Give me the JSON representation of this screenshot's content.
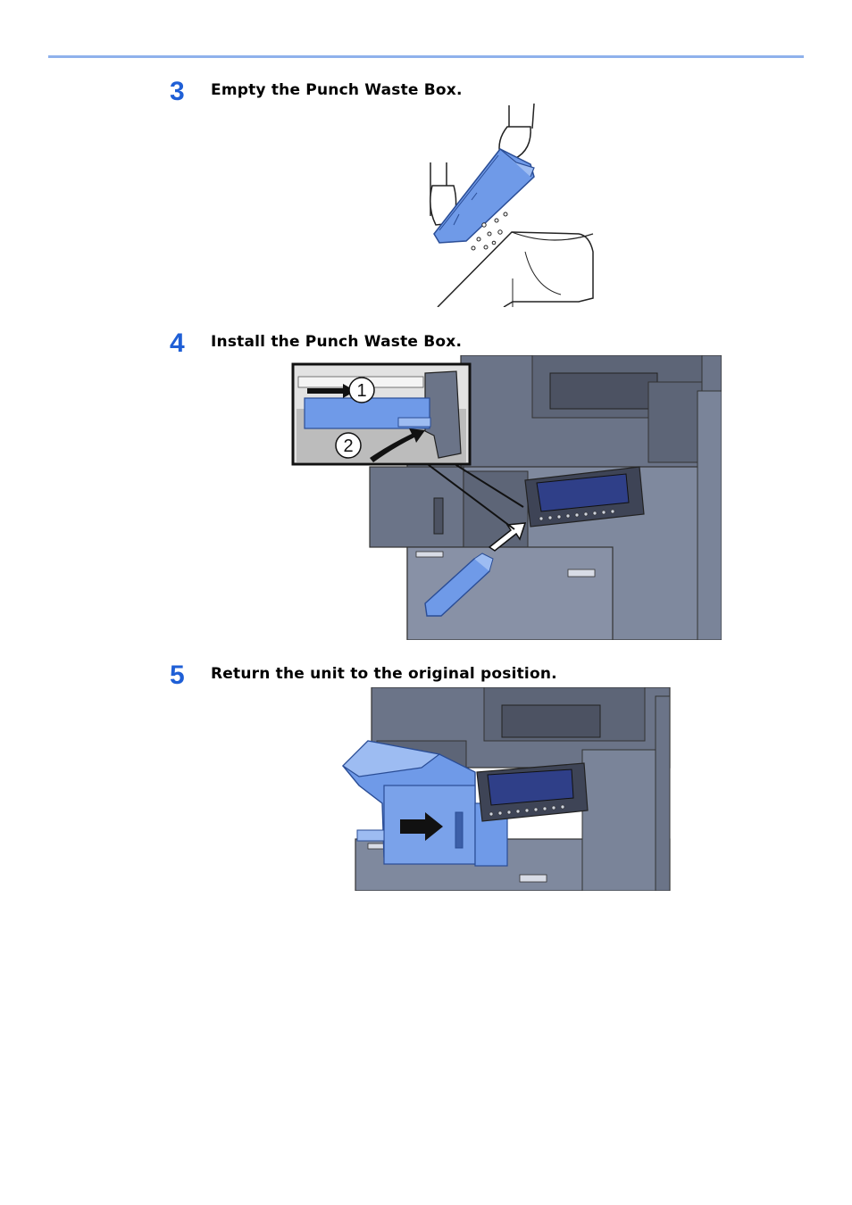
{
  "steps": [
    {
      "number": "3",
      "text": "Empty the Punch Waste Box."
    },
    {
      "number": "4",
      "text": "Install the Punch Waste Box.",
      "callouts": [
        "1",
        "2"
      ]
    },
    {
      "number": "5",
      "text": "Return the unit to the original position."
    }
  ],
  "colors": {
    "accent": "#1f5fd6",
    "rule": "#8fb1ec",
    "part_blue": "#6f9ae8",
    "machine_gray": "#6b7488"
  }
}
